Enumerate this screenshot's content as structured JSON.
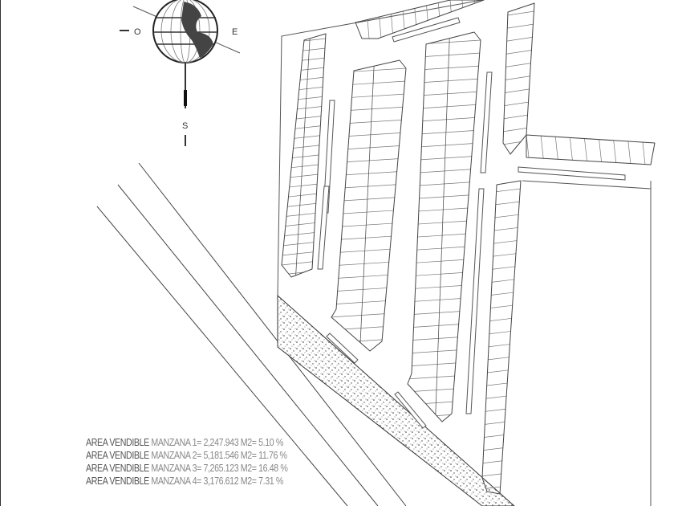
{
  "compass": {
    "west": "O",
    "east": "E",
    "south": "S"
  },
  "areas": [
    {
      "label": "AREA VENDIBLE",
      "block": "MANZANA 1=",
      "m2": "2,247.943",
      "unit": "M2=",
      "pct": "5.10 %"
    },
    {
      "label": "AREA VENDIBLE",
      "block": "MANZANA 2=",
      "m2": "5,181.546",
      "unit": "M2=",
      "pct": "11.76 %"
    },
    {
      "label": "AREA VENDIBLE",
      "block": "MANZANA 3=",
      "m2": "7,265.123",
      "unit": "M2=",
      "pct": "16.48 %"
    },
    {
      "label": "AREA VENDIBLE",
      "block": "MANZANA 4=",
      "m2": "3,176.612",
      "unit": "M2=",
      "pct": "7.31 %"
    }
  ]
}
